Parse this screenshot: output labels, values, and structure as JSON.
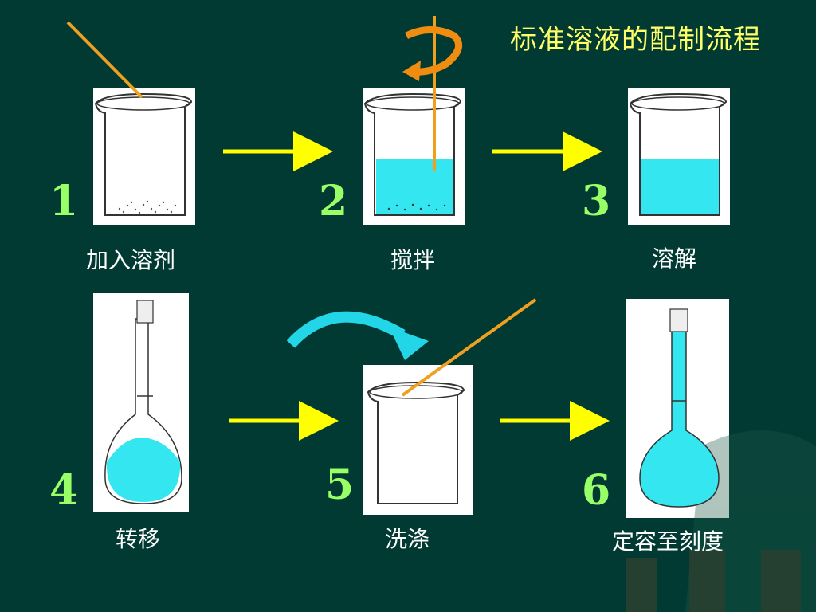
{
  "title": "标准溶液的配制流程",
  "steps": [
    {
      "number": "1",
      "label": "加入溶剂"
    },
    {
      "number": "2",
      "label": "搅拌"
    },
    {
      "number": "3",
      "label": "溶解"
    },
    {
      "number": "4",
      "label": "转移"
    },
    {
      "number": "5",
      "label": "洗涤"
    },
    {
      "number": "6",
      "label": "定容至刻度"
    }
  ],
  "colors": {
    "background": "#003a33",
    "title": "#ffff66",
    "step_number": "#99ff66",
    "arrow": "#ffff00",
    "liquid": "#33e6f0",
    "rod": "#f0a020",
    "curved_arrow": "#22d6e8"
  }
}
